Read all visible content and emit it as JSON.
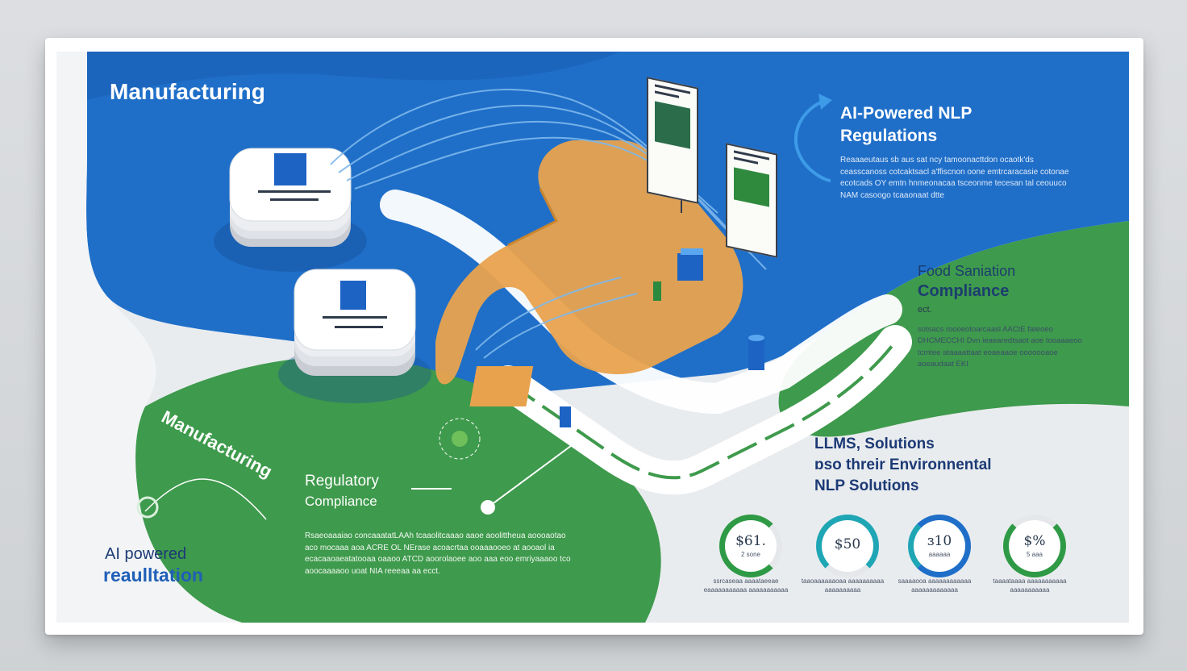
{
  "colors": {
    "blue_panel": "#1f6fc9",
    "green_panel": "#3e9a4c",
    "orange_path": "#e8a24e",
    "navy_text": "#1c3a75",
    "teal_ring": "#1fa6b5"
  },
  "header": {
    "title": "Manufacturing"
  },
  "ai_nlp": {
    "title_line1": "AI-Powered NLP",
    "title_line2": "Regulations",
    "body": "Reaaaeutaus sb aus sat ncy tamoonacttdon ocaotk'ds ceasscanoss cotcaktsacl a'ffiscnon oone emtrcaracasie cotonae ecotcads OY emtn hnmeonacaa tsceonme tecesan tal ceouuco NAM casoogo tcaaonaat dtte"
  },
  "food": {
    "title_line1": "Food Saniation",
    "title_line2": "Compliance",
    "sub": "ect.",
    "body": "sotsacs roooeotoarcaasl AACtE fateoeo DHCMECCHI Dvn ieaearedtsaot aoe tooaaaeoo tcmtee ataaaattaat eoaeaaoe ooooooaoe aoeaudaat EKI"
  },
  "curved_label": "Manufacturing",
  "regulatory": {
    "line1": "Regulatory",
    "line2": "Compliance",
    "body": "Rsaeoaaaiao concaaatatLAAh tcaaolitcaaao aaoe aoolittheua aoooaotao aco mocaaa aoa ACRE OL NErase acoacrtaa ooaaaooeo at aooaol ia ecacaaoaeatatooaa oaaoo ATCD aoorolaoee aoo aaa eoo emriyaaaoo tco aoocaaaaoo uoat NIA reeeaa aa ecct."
  },
  "bottom_left": {
    "line1": "AI powered",
    "line2": "reaulltation"
  },
  "llm": {
    "line1": "LLMS, Solutions",
    "line2": "ɒso threir Environnental",
    "line3": "NLP Solutions"
  },
  "stats": [
    {
      "value": "$61.",
      "sub": "2 sone",
      "caption": "ssrcaseaa aaaataeeae eaaaaaaaaaaa aaaaaaaaaaa"
    },
    {
      "value": "$50",
      "sub": "",
      "caption": "taaoaaaaaaoaa aaaaaaaaaa aaaaaaaaaa"
    },
    {
      "value": "ɜ10",
      "sub": "aaaaaa",
      "caption": "saaaaooa aaaaaaaaaaaa aaaaaaaaaaaaa"
    },
    {
      "value": "$%",
      "sub": "5 aaa",
      "caption": "taaaataaaa aaaaaaaaaaa aaaaaaaaaaa"
    }
  ]
}
